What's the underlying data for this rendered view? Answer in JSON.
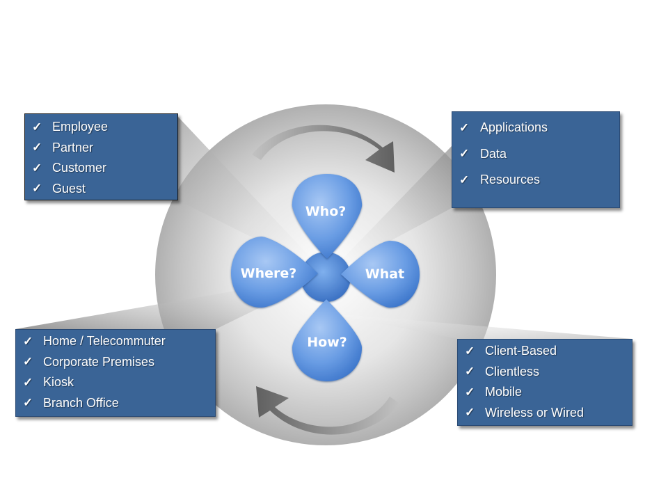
{
  "diagram": {
    "title": "",
    "center_petals": [
      {
        "id": "who",
        "label": "Who?"
      },
      {
        "id": "where",
        "label": "Where?"
      },
      {
        "id": "what",
        "label": "What"
      },
      {
        "id": "how",
        "label": "How?"
      }
    ],
    "boxes": {
      "who": {
        "items": [
          "Employee",
          "Partner",
          "Customer",
          "Guest"
        ]
      },
      "what": {
        "items": [
          "Applications",
          "Data",
          "Resources"
        ]
      },
      "where": {
        "items": [
          "Home / Telecommuter",
          "Corporate Premises",
          "Kiosk",
          "Branch Office"
        ]
      },
      "how": {
        "items": [
          "Client-Based",
          "Clientless",
          "Mobile",
          "Wireless or Wired"
        ]
      }
    },
    "check_glyph": "✓",
    "icons": {
      "top_arrow": "clockwise-arrow-icon",
      "bottom_arrow": "counterclockwise-arrow-icon",
      "bullet": "checkmark-icon"
    },
    "colors": {
      "box_fill": "#3a6496",
      "petal_fill": "#6ea0e6",
      "circle_gray": "#c8c8c8",
      "arrow_gray": "#6e6e6e"
    }
  }
}
